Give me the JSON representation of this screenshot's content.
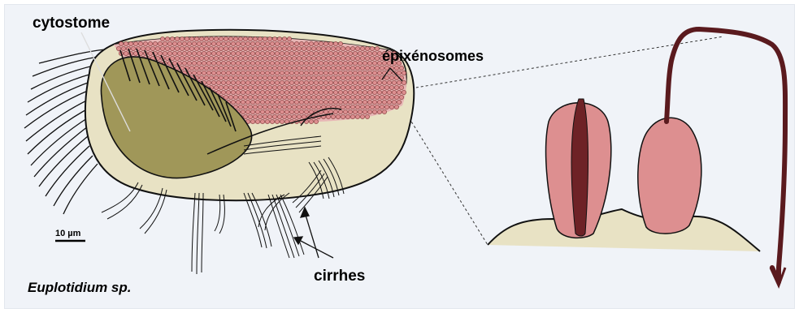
{
  "labels": {
    "cytostome": "cytostome",
    "epixenosomes": "épixénosomes",
    "cirrhes": "cirrhes",
    "scale_bar": "10 µm",
    "species": "Euplotidium sp."
  },
  "colors": {
    "background": "#f0f3f8",
    "body": "#e8e2c4",
    "cytostome_fill": "#a09759",
    "symbiont_pink": "#dd8f90",
    "symbiont_dark": "#6e2226",
    "outline": "#111111"
  }
}
